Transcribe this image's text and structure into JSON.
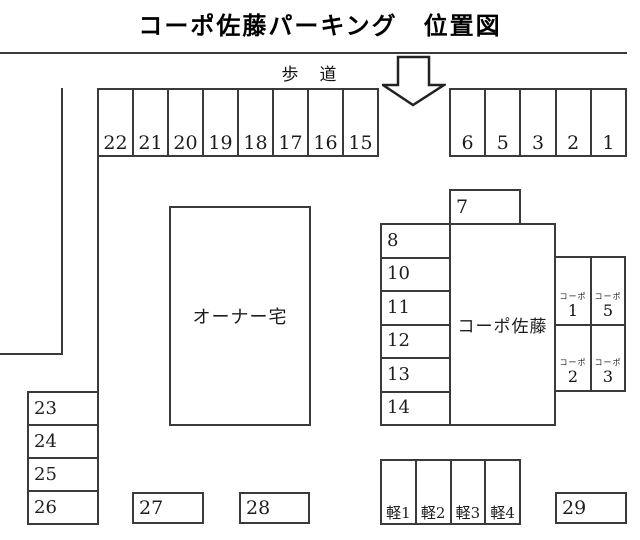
{
  "title": "コーポ佐藤パーキング　位置図",
  "sidewalk": {
    "label": "歩　道"
  },
  "icons": {
    "down_arrow": "down-arrow"
  },
  "colors": {
    "background": "#ffffff",
    "line": "#3a3a3a",
    "text": "#1d1d1d"
  },
  "rows": {
    "top_left": [
      "22",
      "21",
      "20",
      "19",
      "18",
      "17",
      "16",
      "15"
    ],
    "top_right": [
      "6",
      "5",
      "3",
      "2",
      "1"
    ],
    "west": [
      "23",
      "24",
      "25",
      "26"
    ],
    "mid": [
      "8",
      "10",
      "11",
      "12",
      "13",
      "14"
    ],
    "kei": [
      "軽1",
      "軽2",
      "軽3",
      "軽4"
    ]
  },
  "buildings": {
    "owner_house": "オーナー宅",
    "corpo_sato": "コーポ佐藤"
  },
  "single_spaces": {
    "s7": "7",
    "s27": "27",
    "s28": "28",
    "s29": "29"
  },
  "corpo_cells": [
    {
      "prefix": "コーポ",
      "number": "1"
    },
    {
      "prefix": "コーポ",
      "number": "5"
    },
    {
      "prefix": "コーポ",
      "number": "2"
    },
    {
      "prefix": "コーポ",
      "number": "3"
    }
  ]
}
